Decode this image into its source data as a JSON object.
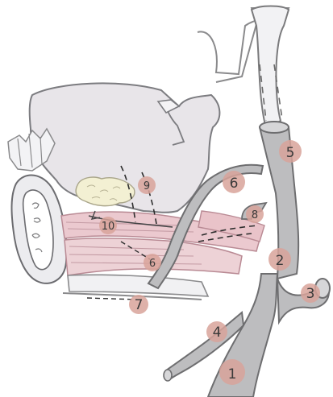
{
  "labels": {
    "l1": "1",
    "l2": "2",
    "l3": "3",
    "l4": "4",
    "l5": "5",
    "l6a": "6",
    "l6b": "6",
    "l7": "7",
    "l8": "8",
    "l9": "9",
    "l10": "10"
  },
  "colors": {
    "vessel": "#b9b9bb",
    "vessel_outline": "#6e6e70",
    "bone": "#e6e2e6",
    "muscle": "#e9c6cc",
    "muscle_line": "#b98a94",
    "label_circle": "#d8a39a",
    "gland": "#f1efcf"
  }
}
